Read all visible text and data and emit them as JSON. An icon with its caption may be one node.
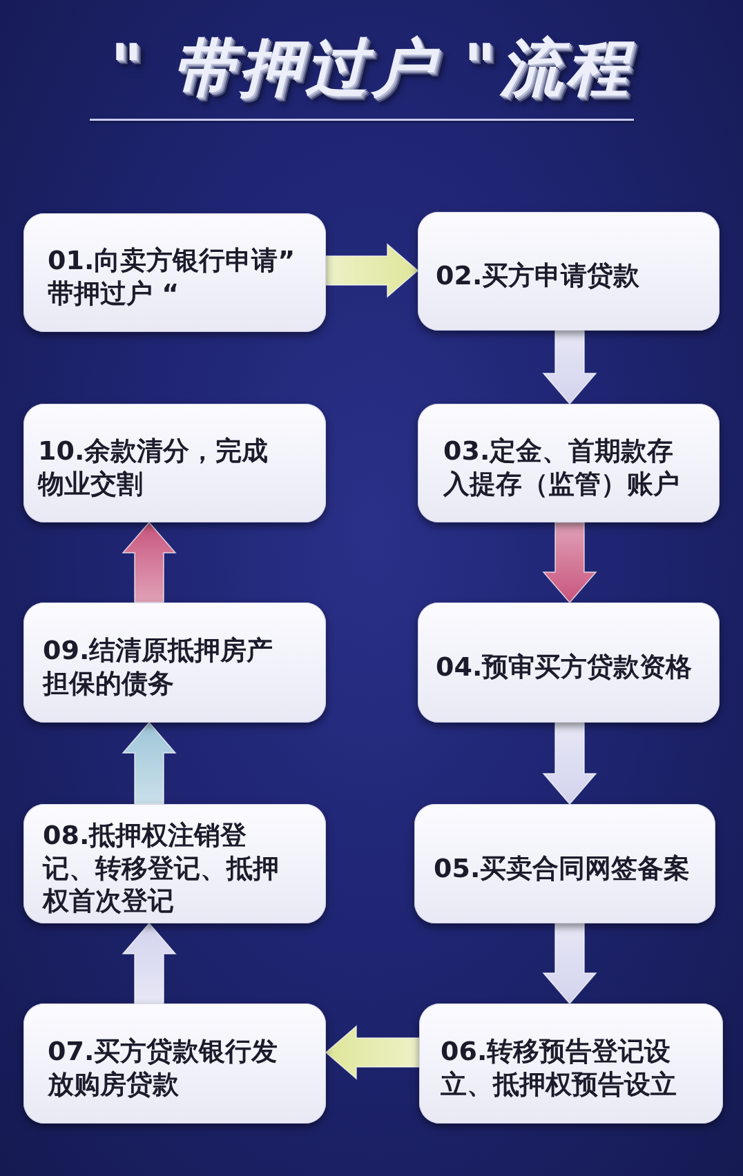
{
  "diagram": {
    "title": "\" 带押过户 \"流程",
    "nodes": [
      {
        "text": [
          "01.向卖方银行申请”带押过户 “"
        ]
      },
      {
        "text": [
          "02.买方申请贷款"
        ]
      },
      {
        "text": [
          "03.定金、首期款存入提存（监管）账户"
        ]
      },
      {
        "text": [
          "04.预审买方贷款资格"
        ]
      },
      {
        "text": [
          "05.买卖合同网签备案"
        ]
      },
      {
        "text": [
          "06.转移预告登记设立、抵押权预告设立"
        ]
      },
      {
        "text": [
          "07.买方贷款银行发放购房贷款"
        ]
      },
      {
        "text": [
          "08.抵押权注销登记、转移登记、抵押权首次登记"
        ]
      },
      {
        "text": [
          "09.结清原抵押房产担保的债务"
        ]
      },
      {
        "text": [
          "10.余款清分，完成物业交割"
        ]
      }
    ],
    "edges": [
      {
        "from": 0,
        "to": 1,
        "arrow": "to",
        "color": "#dfe69a"
      },
      {
        "from": 1,
        "to": 2,
        "arrow": "to"
      },
      {
        "from": 2,
        "to": 3,
        "arrow": "to",
        "color": "#c8557d"
      },
      {
        "from": 3,
        "to": 4,
        "arrow": "to"
      },
      {
        "from": 4,
        "to": 5,
        "arrow": "to"
      },
      {
        "from": 5,
        "to": 6,
        "arrow": "to",
        "color": "#dfe69a"
      },
      {
        "from": 6,
        "to": 7,
        "arrow": "to"
      },
      {
        "from": 7,
        "to": 8,
        "arrow": "to",
        "color": "#9fc6d9"
      },
      {
        "from": 8,
        "to": 9,
        "arrow": "to",
        "color": "#c8557d"
      }
    ]
  }
}
